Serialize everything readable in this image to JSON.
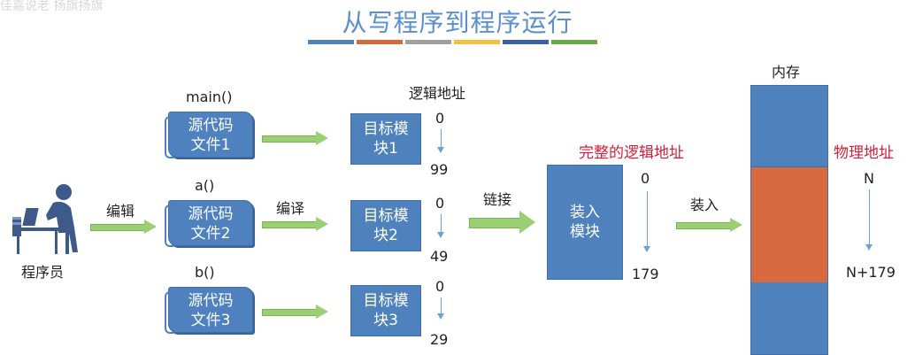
{
  "watermark": "佳嘉说老 扬旗扬旗",
  "title": "从写程序到程序运行",
  "title_bar_colors": [
    "#4f81bd",
    "#d9673c",
    "#a0a0a0",
    "#f2c140",
    "#3d5ea8",
    "#6aaa46"
  ],
  "programmer_label": "程序员",
  "edit_label": "编辑",
  "compile_label": "编译",
  "link_label": "链接",
  "load_label": "装入",
  "logical_address_label": "逻辑地址",
  "complete_logical_address_label": "完整的逻辑地址",
  "physical_address_label": "物理地址",
  "memory_label": "内存",
  "sources": [
    {
      "func": "main()",
      "line1": "源代码",
      "line2": "文件1"
    },
    {
      "func": "a()",
      "line1": "源代码",
      "line2": "文件2"
    },
    {
      "func": "b()",
      "line1": "源代码",
      "line2": "文件3"
    }
  ],
  "modules": [
    {
      "line1": "目标模",
      "line2": "块1",
      "start": "0",
      "end": "99"
    },
    {
      "line1": "目标模",
      "line2": "块2",
      "start": "0",
      "end": "49"
    },
    {
      "line1": "目标模",
      "line2": "块3",
      "start": "0",
      "end": "29"
    }
  ],
  "load_module": {
    "line1": "装入",
    "line2": "模块",
    "start": "0",
    "end": "179"
  },
  "memory": {
    "start": "N",
    "end": "N+179"
  },
  "colors": {
    "block": "#4f81bd",
    "arrow": "#9bcf73",
    "memory_used": "#d9693e",
    "red_label": "#d0203a"
  }
}
